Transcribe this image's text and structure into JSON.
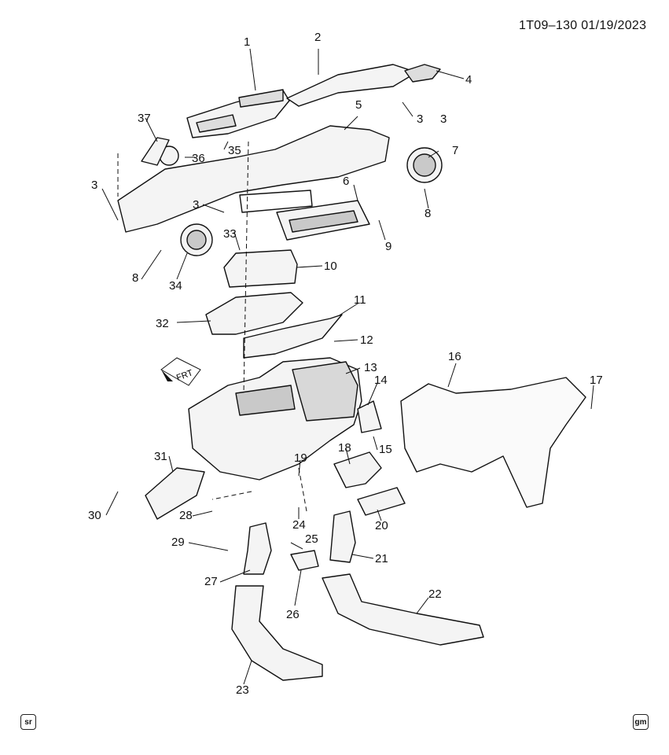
{
  "header": {
    "ref_code": "1T09–130",
    "date": "01/19/2023"
  },
  "orientation_label": "FRT",
  "footer": {
    "left_badge": "sr",
    "right_badge": "gm"
  },
  "callouts": [
    "1",
    "2",
    "3",
    "3",
    "3",
    "3",
    "4",
    "5",
    "6",
    "7",
    "8",
    "8",
    "9",
    "10",
    "11",
    "12",
    "13",
    "14",
    "15",
    "16",
    "17",
    "18",
    "19",
    "20",
    "21",
    "22",
    "23",
    "24",
    "25",
    "26",
    "27",
    "28",
    "29",
    "30",
    "31",
    "32",
    "33",
    "34",
    "35",
    "36",
    "37"
  ],
  "colors": {
    "ink": "#111111",
    "part_fill": "#f4f4f4",
    "shade": "#c9c9c9"
  }
}
